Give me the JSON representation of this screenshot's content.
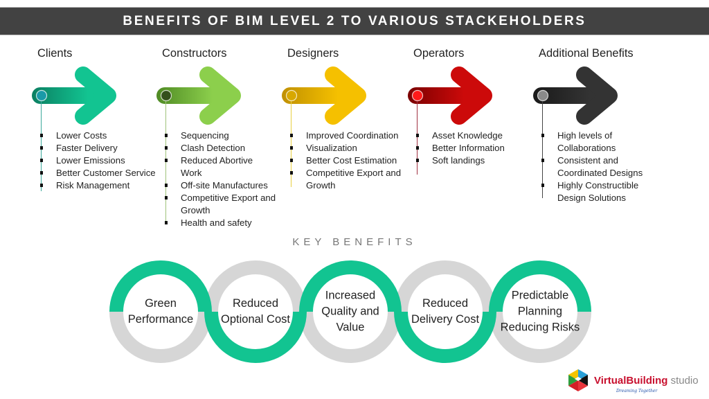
{
  "header": {
    "title": "BENEFITS OF BIM LEVEL 2 TO VARIOUS STACKEHOLDERS"
  },
  "stakeholders": [
    {
      "title": "Clients",
      "color": "#12c491",
      "dark": "#0b7f62",
      "dot": "#1a9aa8",
      "line": "#3aa89a",
      "items": [
        "Lower Costs",
        "Faster Delivery",
        "Lower Emissions",
        "Better Customer Service",
        "Risk Management"
      ]
    },
    {
      "title": "Constructors",
      "color": "#8ccf4c",
      "dark": "#4f8a24",
      "dot": "#33501c",
      "line": "#9fc27a",
      "items": [
        "Sequencing",
        "Clash Detection",
        "Reduced Abortive Work",
        "Off-site Manufactures",
        "Competitive Export and Growth",
        "Health and safety"
      ]
    },
    {
      "title": "Designers",
      "color": "#f5c000",
      "dark": "#c09000",
      "dot": "#d8a800",
      "line": "#e8d040",
      "items": [
        "Improved Coordination",
        "Visualization",
        "Better Cost Estimation",
        "Competitive Export and Growth"
      ]
    },
    {
      "title": "Operators",
      "color": "#cc0a0a",
      "dark": "#7a0000",
      "dot": "#ff1a1a",
      "line": "#a03040",
      "items": [
        "Asset Knowledge",
        "Better Information",
        "Soft landings"
      ]
    },
    {
      "title": "Additional Benefits",
      "color": "#333333",
      "dark": "#1a1a1a",
      "dot": "#8a8a8a",
      "line": "#444444",
      "items": [
        "High levels of Collaborations",
        "Consistent and Coordinated Designs",
        "Highly Constructible Design Solutions"
      ]
    }
  ],
  "key_benefits": {
    "heading": "KEY BENEFITS",
    "green": "#12c491",
    "grey": "#d6d6d6",
    "items": [
      {
        "label": "Green Performance",
        "green_half": "top"
      },
      {
        "label": "Reduced Optional Cost",
        "green_half": "bottom"
      },
      {
        "label": "Increased Quality and Value",
        "green_half": "top"
      },
      {
        "label": "Reduced Delivery Cost",
        "green_half": "bottom"
      },
      {
        "label": "Predictable Planning Reducing Risks",
        "green_half": "top"
      }
    ]
  },
  "logo": {
    "brand": "VirtualBuilding",
    "suffix": "studio",
    "tagline": "Dreaming Together"
  }
}
